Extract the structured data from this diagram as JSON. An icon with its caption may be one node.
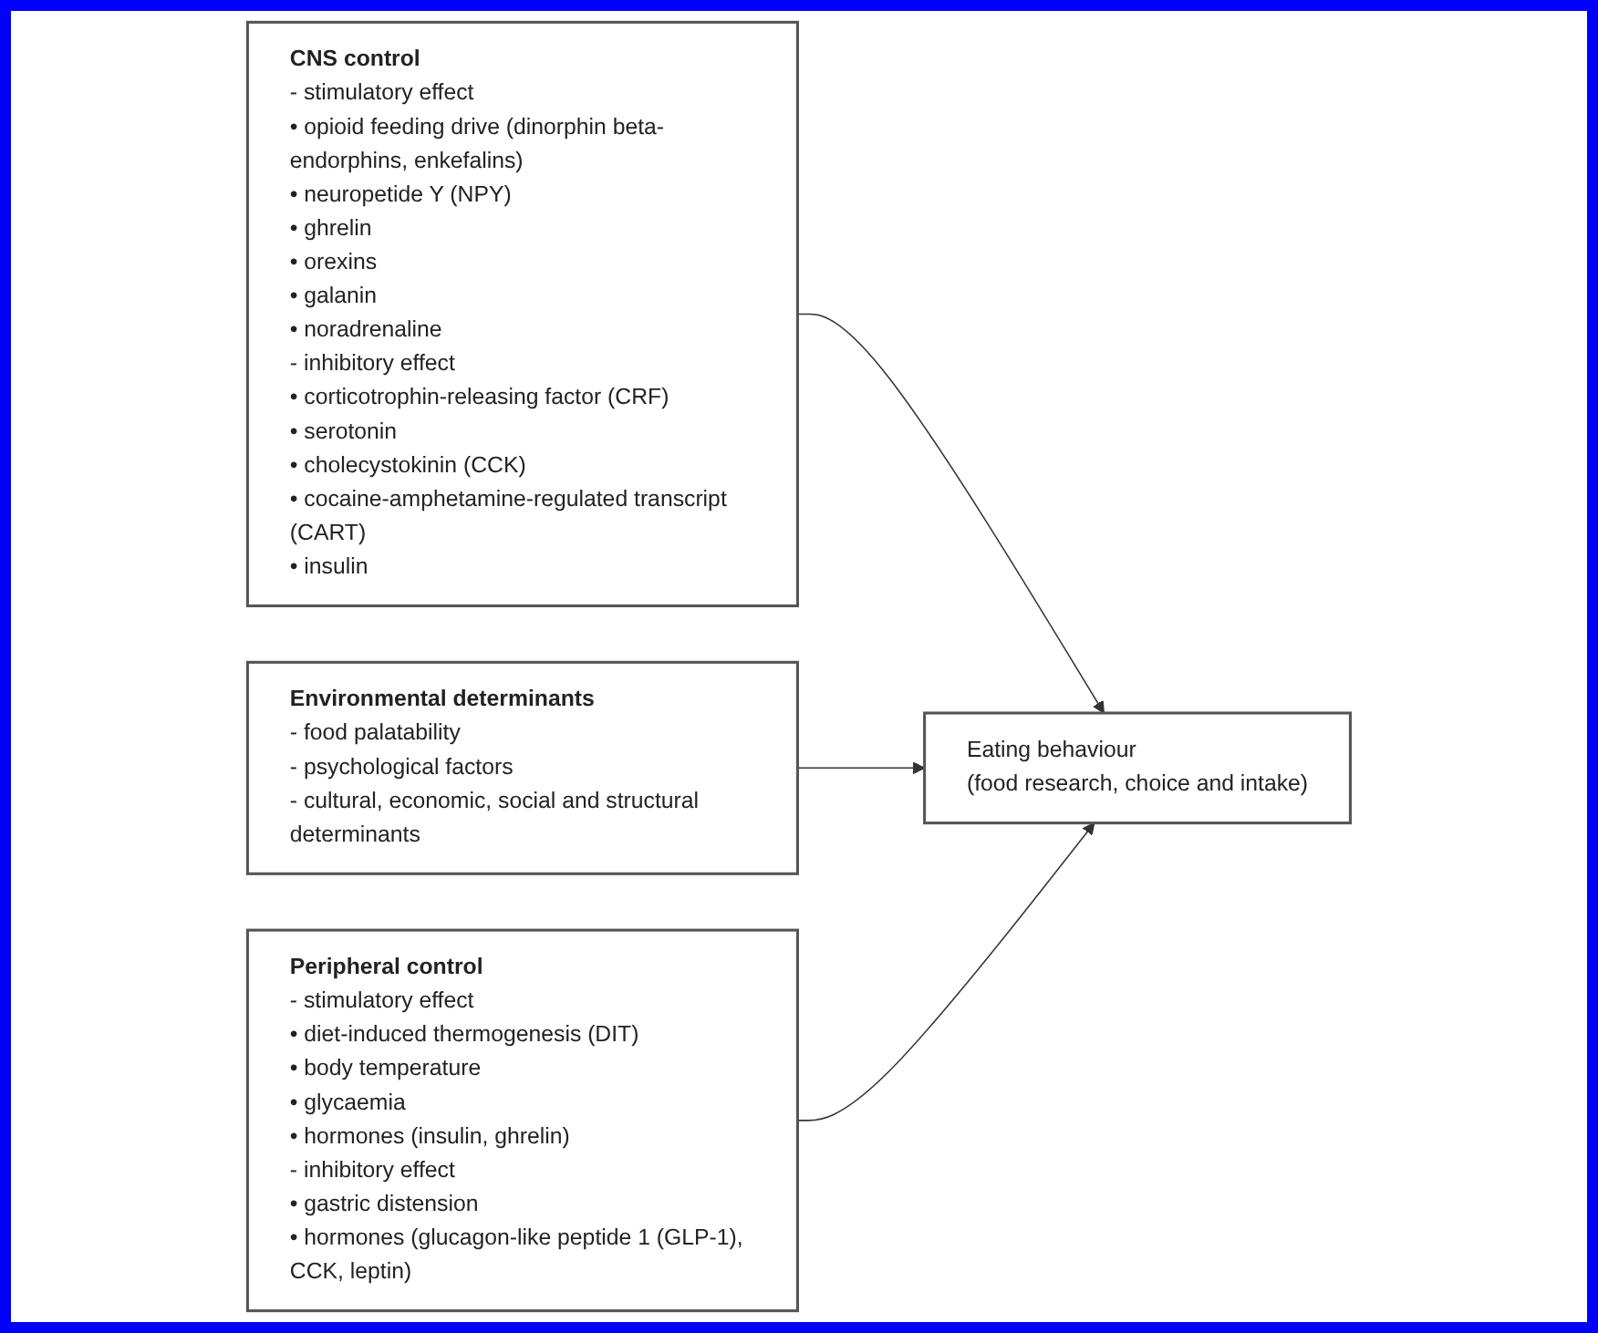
{
  "diagram": {
    "nodes": [
      {
        "text": [
          "CNS control",
          "- stimulatory effect",
          "• opioid feeding drive (dinorphin beta-endorphins, enkefalins)",
          "• neuropetide Y (NPY)",
          "• ghrelin",
          "• orexins",
          "• galanin",
          "• noradrenaline",
          "- inhibitory effect",
          "• corticotrophin-releasing factor (CRF)",
          "• serotonin",
          "• cholecystokinin (CCK)",
          "• cocaine-amphetamine-regulated transcript (CART)",
          "• insulin"
        ]
      },
      {
        "text": [
          "Environmental determinants",
          "- food palatability",
          "- psychological factors",
          "- cultural, economic, social and structural determinants"
        ]
      },
      {
        "text": [
          "Eating behaviour",
          "(food research, choice and intake)"
        ]
      },
      {
        "text": [
          "Peripheral control",
          "- stimulatory effect",
          "• diet-induced thermogenesis (DIT)",
          "• body temperature",
          "• glycaemia",
          "• hormones (insulin, ghrelin)",
          "- inhibitory effect",
          "• gastric distension",
          "• hormones (glucagon-like peptide 1 (GLP-1), CCK, leptin)"
        ]
      }
    ],
    "edges": [
      {
        "from": 0,
        "to": 2,
        "arrow": "to"
      },
      {
        "from": 1,
        "to": 2,
        "arrow": "to"
      },
      {
        "from": 3,
        "to": 2,
        "arrow": "to"
      }
    ]
  }
}
